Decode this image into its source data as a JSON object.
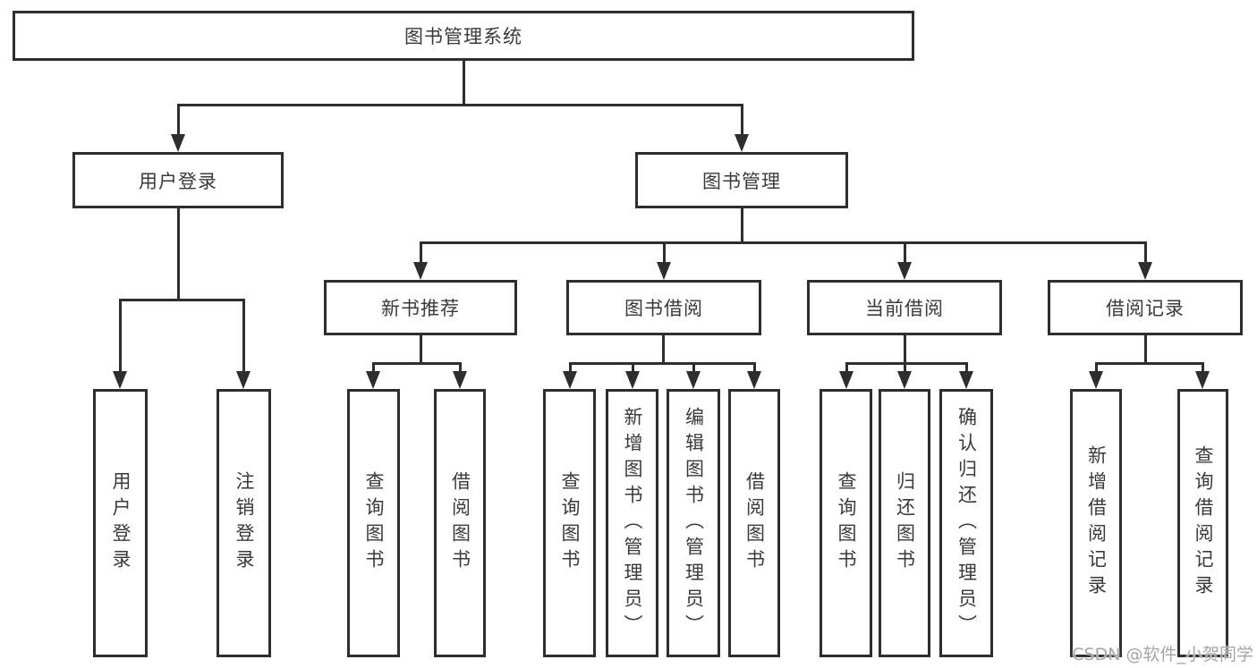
{
  "diagram": {
    "nodes": {
      "root": "图书管理系统",
      "user_login": "用户登录",
      "book_mgmt": "图书管理",
      "new_book_rec": "新书推荐",
      "book_borrow": "图书借阅",
      "current_borrow": "当前借阅",
      "borrow_records": "借阅记录",
      "login_leaf": "用户登录",
      "logout_leaf": "注销登录",
      "rec_query": "查询图书",
      "rec_borrow": "借阅图书",
      "bb_query": "查询图书",
      "bb_add": "新增图书（管理员）",
      "bb_edit": "编辑图书（管理员）",
      "bb_borrow": "借阅图书",
      "cb_query": "查询图书",
      "cb_return": "归还图书",
      "cb_confirm": "确认归还（管理员）",
      "br_add": "新增借阅记录",
      "br_query": "查询借阅记录"
    },
    "hierarchy": {
      "label": "图书管理系统",
      "children": [
        {
          "label": "用户登录",
          "children": [
            {
              "label": "用户登录"
            },
            {
              "label": "注销登录"
            }
          ]
        },
        {
          "label": "图书管理",
          "children": [
            {
              "label": "新书推荐",
              "children": [
                {
                  "label": "查询图书"
                },
                {
                  "label": "借阅图书"
                }
              ]
            },
            {
              "label": "图书借阅",
              "children": [
                {
                  "label": "查询图书"
                },
                {
                  "label": "新增图书（管理员）"
                },
                {
                  "label": "编辑图书（管理员）"
                },
                {
                  "label": "借阅图书"
                }
              ]
            },
            {
              "label": "当前借阅",
              "children": [
                {
                  "label": "查询图书"
                },
                {
                  "label": "归还图书"
                },
                {
                  "label": "确认归还（管理员）"
                }
              ]
            },
            {
              "label": "借阅记录",
              "children": [
                {
                  "label": "新增借阅记录"
                },
                {
                  "label": "查询借阅记录"
                }
              ]
            }
          ]
        }
      ]
    }
  },
  "colors": {
    "line": "#2e2e2e",
    "box_border": "#2e2e2e",
    "text": "#3a3a3a",
    "background": "#ffffff",
    "watermark": "#9b9b9b"
  },
  "watermark": "CSDN @软件_小贺同学"
}
